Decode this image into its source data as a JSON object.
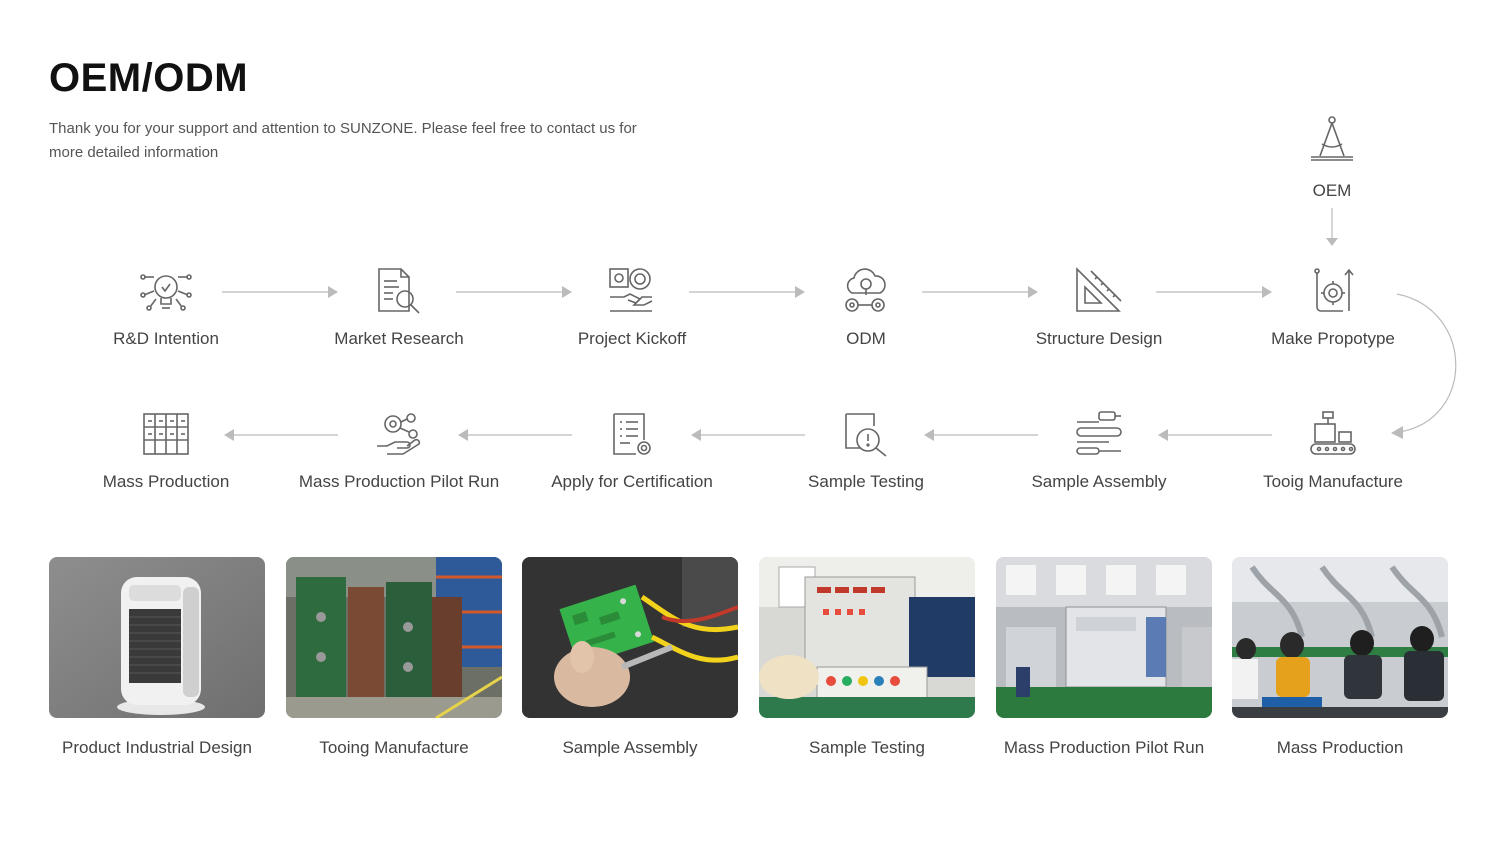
{
  "header": {
    "title": "OEM/ODM",
    "subtitle": "Thank you for your support and attention to SUNZONE. Please feel free to contact us for more detailed information"
  },
  "oem": {
    "label": "OEM",
    "icon": "compass-icon"
  },
  "row1": [
    {
      "label": "R&D Intention",
      "icon": "bulb-circuit-icon"
    },
    {
      "label": "Market Research",
      "icon": "document-search-icon"
    },
    {
      "label": "Project Kickoff",
      "icon": "gear-handshake-icon"
    },
    {
      "label": "ODM",
      "icon": "cloud-idea-icon"
    },
    {
      "label": "Structure Design",
      "icon": "set-square-icon"
    },
    {
      "label": "Make Propotype",
      "icon": "prototype-gear-icon"
    }
  ],
  "row2": [
    {
      "label": "Mass Production",
      "icon": "warehouse-grid-icon"
    },
    {
      "label": "Mass Production Pilot Run",
      "icon": "gear-hand-icon"
    },
    {
      "label": "Apply for Certification",
      "icon": "certificate-icon"
    },
    {
      "label": "Sample Testing",
      "icon": "magnifier-warning-icon"
    },
    {
      "label": "Sample Assembly",
      "icon": "assembly-tools-icon"
    },
    {
      "label": "Tooig Manufacture",
      "icon": "conveyor-icon"
    }
  ],
  "photos": [
    {
      "caption": "Product Industrial Design"
    },
    {
      "caption": "Tooing Manufacture"
    },
    {
      "caption": "Sample Assembly"
    },
    {
      "caption": "Sample Testing"
    },
    {
      "caption": "Mass Production Pilot Run"
    },
    {
      "caption": "Mass Production"
    }
  ]
}
